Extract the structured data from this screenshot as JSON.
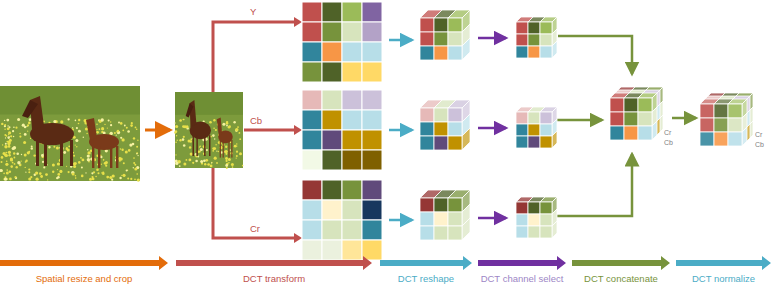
{
  "diagram": {
    "nodes": [
      {
        "text": [
          "Spatial resize and crop"
        ]
      },
      {
        "text": [
          "DCT transform"
        ]
      },
      {
        "text": [
          "DCT reshape"
        ]
      },
      {
        "text": [
          "DCT channel select"
        ]
      },
      {
        "text": [
          "DCT concatenate"
        ]
      },
      {
        "text": [
          "DCT normalize"
        ]
      }
    ],
    "labels": [
      "Y",
      "Cb",
      "Cr",
      "Cr",
      "Cb",
      "Cr",
      "Cb"
    ]
  }
}
